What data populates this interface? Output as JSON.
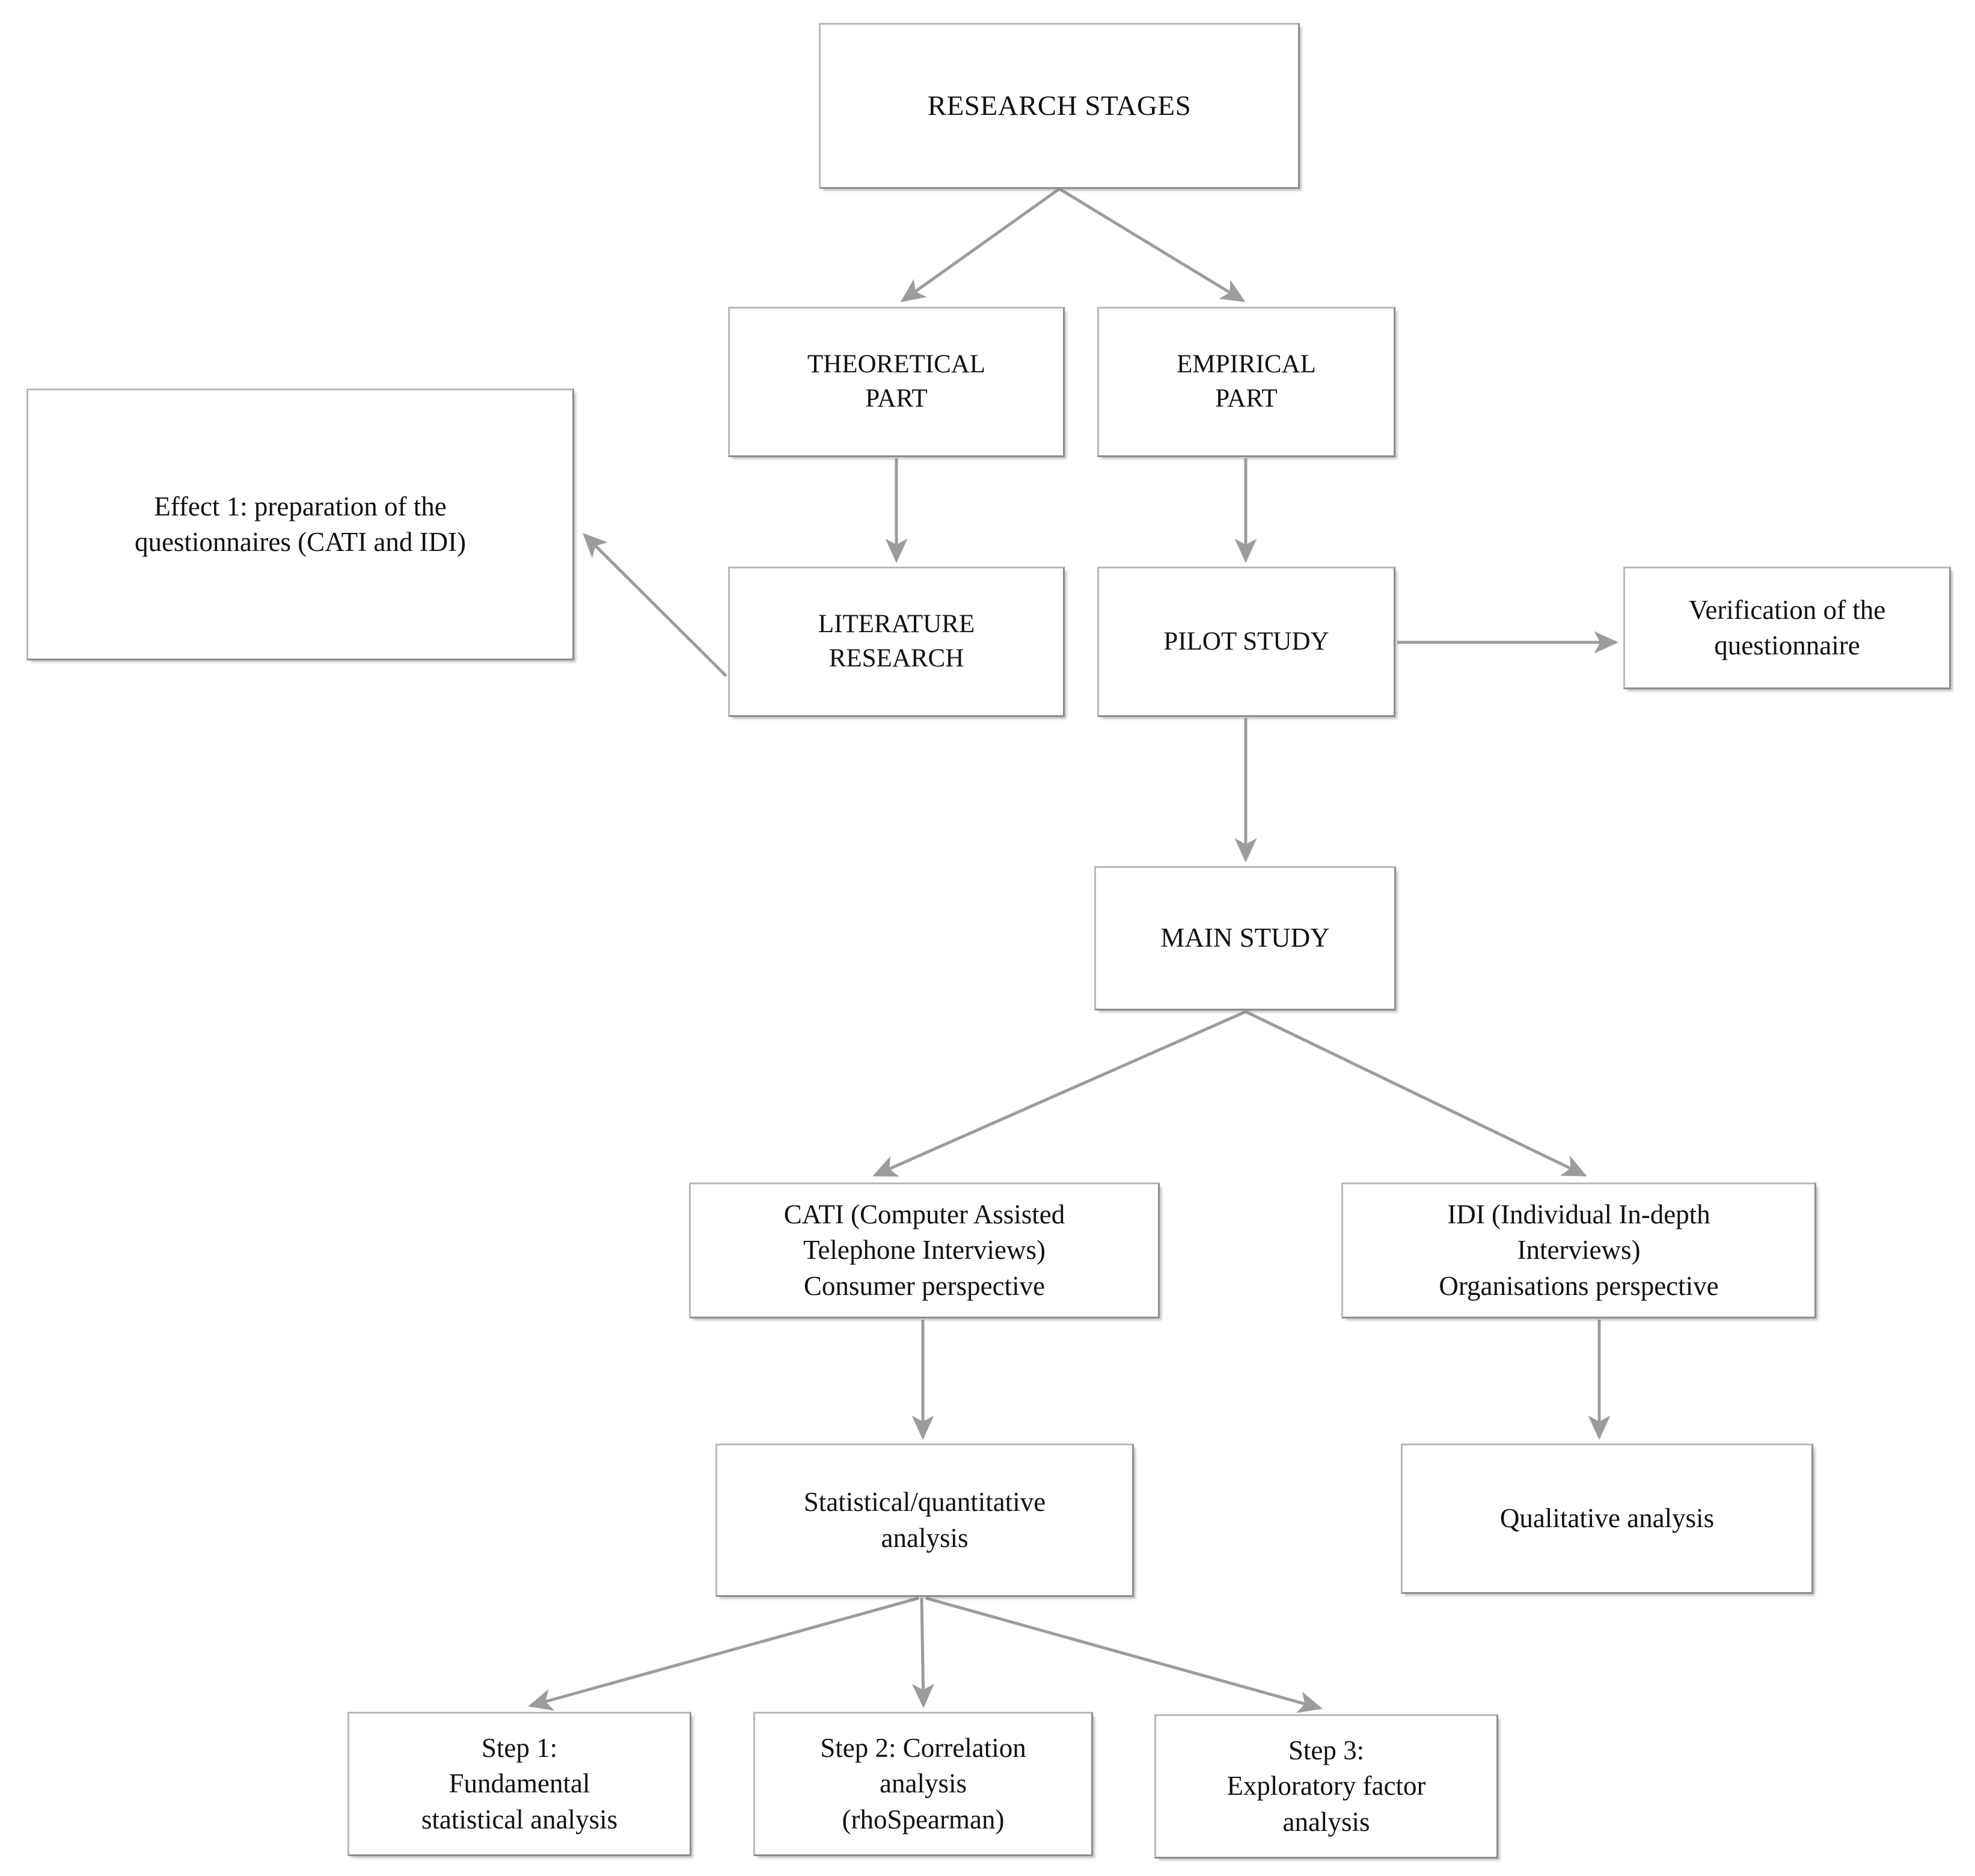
{
  "diagram": {
    "title": "RESEARCH STAGES",
    "type": "flowchart",
    "orientation": "top-down",
    "colors": {
      "node_fill": "#ffffff",
      "node_border": "#b9b9b9",
      "edge": "#9c9c9c",
      "text": "#111111",
      "background": "#ffffff"
    }
  },
  "nodes": {
    "research_stages": {
      "label": "RESEARCH STAGES"
    },
    "theoretical_part": {
      "label": "THEORETICAL\nPART"
    },
    "empirical_part": {
      "label": "EMPIRICAL\nPART"
    },
    "effect_1": {
      "label": "Effect 1: preparation of the\nquestionnaires (CATI and IDI)"
    },
    "literature_research": {
      "label": "LITERATURE\nRESEARCH"
    },
    "pilot_study": {
      "label": "PILOT STUDY"
    },
    "verification": {
      "label": "Verification of the\nquestionnaire"
    },
    "main_study": {
      "label": "MAIN STUDY"
    },
    "cati": {
      "label": "CATI (Computer Assisted\nTelephone Interviews)\nConsumer perspective"
    },
    "idi": {
      "label": "IDI (Individual In-depth\nInterviews)\nOrganisations perspective"
    },
    "statistical_analysis": {
      "label": "Statistical/quantitative\nanalysis"
    },
    "qualitative_analysis": {
      "label": "Qualitative analysis"
    },
    "step_1": {
      "label": "Step 1:\nFundamental\nstatistical analysis"
    },
    "step_2": {
      "label": "Step 2: Correlation\nanalysis\n(rhoSpearman)"
    },
    "step_3": {
      "label": "Step 3:\nExploratory factor\nanalysis"
    }
  },
  "edges": [
    {
      "from": "research_stages",
      "to": "theoretical_part"
    },
    {
      "from": "research_stages",
      "to": "empirical_part"
    },
    {
      "from": "theoretical_part",
      "to": "literature_research"
    },
    {
      "from": "empirical_part",
      "to": "pilot_study"
    },
    {
      "from": "literature_research",
      "to": "effect_1"
    },
    {
      "from": "pilot_study",
      "to": "verification"
    },
    {
      "from": "pilot_study",
      "to": "main_study"
    },
    {
      "from": "main_study",
      "to": "cati"
    },
    {
      "from": "main_study",
      "to": "idi"
    },
    {
      "from": "cati",
      "to": "statistical_analysis"
    },
    {
      "from": "idi",
      "to": "qualitative_analysis"
    },
    {
      "from": "statistical_analysis",
      "to": "step_1"
    },
    {
      "from": "statistical_analysis",
      "to": "step_2"
    },
    {
      "from": "statistical_analysis",
      "to": "step_3"
    }
  ]
}
